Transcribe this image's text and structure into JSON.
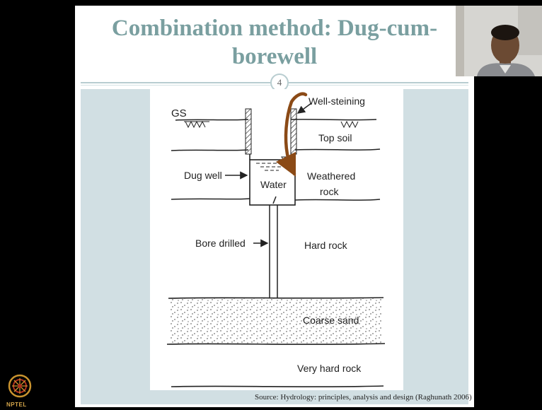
{
  "slide": {
    "title": "Combination method: Dug-cum-borewell",
    "page_number": "4",
    "source": "Source: Hydrology: principles, analysis and design (Raghunath 2006)"
  },
  "diagram": {
    "labels": {
      "gs": "GS",
      "well_steining": "Well-steining",
      "top_soil": "Top soil",
      "dug_well": "Dug well",
      "water": "Water",
      "weathered": "Weathered",
      "rock": "rock",
      "bore_drilled": "Bore drilled",
      "hard_rock": "Hard rock",
      "coarse_sand": "Coarse sand",
      "very_hard_rock": "Very hard rock"
    },
    "colors": {
      "annotation_arrow": "#8b4a16",
      "line": "#222222"
    }
  },
  "logo": {
    "text": "NPTEL"
  },
  "webcam": {
    "icon": "presenter-video-feed"
  }
}
